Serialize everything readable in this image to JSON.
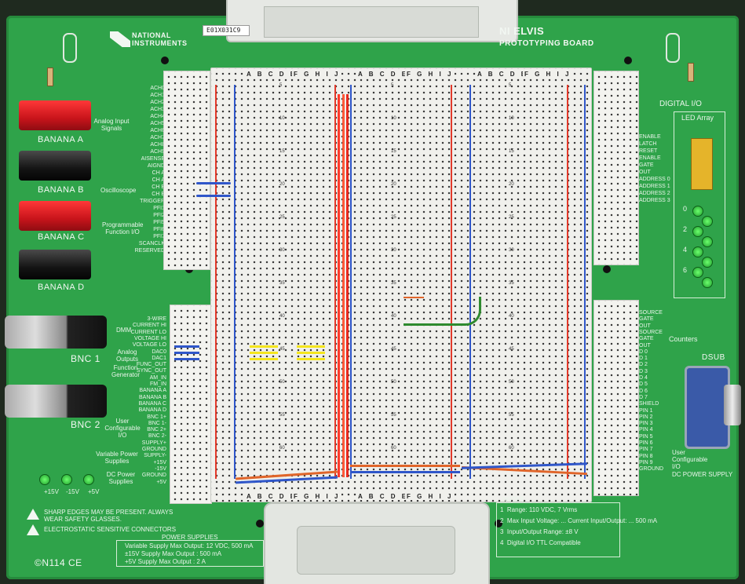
{
  "board": {
    "brand": "NATIONAL INSTRUMENTS",
    "title": "NI ELVIS",
    "subtitle": "PROTOTYPING BOARD",
    "serial": "E01X031C9",
    "ce_mark": "N114"
  },
  "connectors": {
    "banana": [
      "BANANA A",
      "BANANA B",
      "BANANA C",
      "BANANA D"
    ],
    "bnc": [
      "BNC 1",
      "BNC 2"
    ],
    "dsub": "DSUB"
  },
  "group_labels": {
    "analog_input": "Analog Input Signals",
    "oscilloscope": "Oscilloscope",
    "pfi": "Programmable Function I/O",
    "dmm": "DMM",
    "analog_outputs": "Analog Outputs",
    "function_generator": "Function Generator",
    "user_configurable": "User Configurable I/O",
    "variable_power": "Variable Power Supplies",
    "dc_power": "DC Power Supplies",
    "digital_io": "DIGITAL I/O",
    "led_array": "LED Array",
    "counters": "Counters",
    "user_configurable_right": "User Configurable I/O",
    "dc_power_supply": "DC POWER SUPPLY"
  },
  "left_pins": [
    "ACH0",
    "ACH1",
    "ACH2",
    "ACH3",
    "ACH4",
    "ACH5",
    "ACH6",
    "ACH7",
    "ACH8",
    "ACH9",
    "AISENSE",
    "AIGND",
    "CH A",
    "CH A",
    "CH B",
    "CH B",
    "TRIGGER",
    "PFI1",
    "PFI2",
    "PFI5",
    "PFI6",
    "PFI7",
    "SCANCLK",
    "RESERVED"
  ],
  "left_pins2": [
    "3-WIRE",
    "CURRENT HI",
    "CURRENT LO",
    "VOLTAGE HI",
    "VOLTAGE LO",
    "DAC0",
    "DAC1",
    "FUNC_OUT",
    "SYNC_OUT",
    "AM_IN",
    "FM_IN",
    "BANANA A",
    "BANANA B",
    "BANANA C",
    "BANANA D",
    "BNC 1+",
    "BNC 1-",
    "BNC 2+",
    "BNC 2-",
    "SUPPLY+",
    "GROUND",
    "SUPPLY-",
    "+15V",
    "-15V",
    "GROUND",
    "+5V"
  ],
  "right_pins": [
    "ENABLE",
    "LATCH",
    "RESET",
    "ENABLE",
    "GATE",
    "OUT",
    "ADDRESS 0",
    "ADDRESS 1",
    "ADDRESS 2",
    "ADDRESS 3"
  ],
  "right_pins2": [
    "SOURCE",
    "GATE",
    "OUT",
    "SOURCE",
    "GATE",
    "OUT",
    "D 0",
    "D 1",
    "D 2",
    "D 3",
    "D 4",
    "D 5",
    "D 6",
    "D 7",
    "SHIELD",
    "PIN 1",
    "PIN 2",
    "PIN 3",
    "PIN 4",
    "PIN 5",
    "PIN 6",
    "PIN 7",
    "PIN 8",
    "PIN 9",
    "GROUND"
  ],
  "led_numbers": [
    "0",
    "2",
    "4",
    "6"
  ],
  "power_leds": [
    "+15V",
    "-15V",
    "+5V"
  ],
  "breadboard": {
    "col_left": "A B C D E",
    "col_right": "F G H I J",
    "rows": [
      "5",
      "10",
      "15",
      "20",
      "25",
      "30",
      "35",
      "40",
      "45",
      "50",
      "55",
      "60"
    ]
  },
  "notices": {
    "warning": "SHARP EDGES MAY BE PRESENT. ALWAYS WEAR SAFETY GLASSES.",
    "esd": "ELECTROSTATIC SENSITIVE CONNECTORS",
    "power_title": "POWER SUPPLIES",
    "power_lines": [
      "Variable Supply Max Output: 12 VDC, 500 mA",
      "±15V Supply Max Output : 500 mA",
      "+5V Supply Max Output : 2 A"
    ],
    "notes_title": "NOTES",
    "notes": [
      "Range: 110 VDC, 7 Vrms",
      "Max Input Voltage: ... Current Input/Output: ... 500 mA",
      "Input/Output Range: ±8 V",
      "Digital I/O TTL Compatible"
    ]
  },
  "colors": {
    "pcb": "#2fa34a",
    "breadboard": "#f0f0ec",
    "rail_red": "#e23a2b",
    "rail_blue": "#2f56c9",
    "wire_yellow": "#f4e51d",
    "wire_orange": "#e0652a",
    "wire_green": "#2e8a2e"
  }
}
